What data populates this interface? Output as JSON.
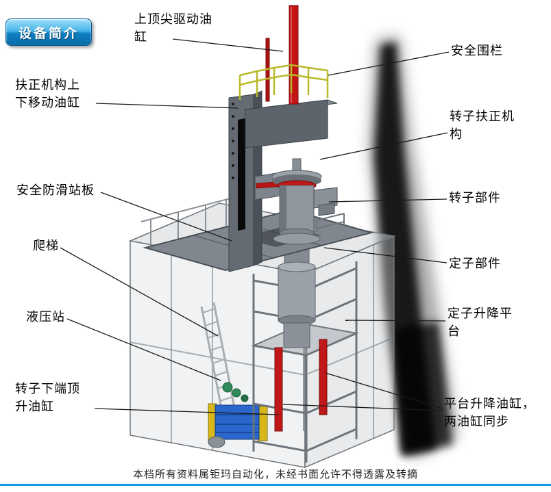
{
  "header": {
    "intro_button_label": "设备简介"
  },
  "labels": {
    "top_center_drive_cylinder": "上顶尖驱动油\n缸",
    "safety_fence": "安全围栏",
    "centering_mech_cylinder": "扶正机构上\n下移动油缸",
    "rotor_centering_mech": "转子扶正机\n构",
    "anti_slip_platform": "安全防滑站板",
    "rotor_component": "转子部件",
    "ladder": "爬梯",
    "stator_component": "定子部件",
    "hydraulic_station": "液压站",
    "stator_lift_platform": "定子升降平\n台",
    "rotor_bottom_jack_cylinder": "转子下端顶\n升油缸",
    "platform_lift_cylinders": "平台升降油缸，\n两油缸同步"
  },
  "footer": {
    "copyright_notice": "本档所有资料属钜玛自动化，未经书面允许不得透露及转摘"
  },
  "colors": {
    "accent_blue": "#189ade",
    "button_blue": "#0e7fc0",
    "cylinder_red": "#c01818",
    "railing_yellow": "#b9b92a",
    "machine_gray": "#8a9198"
  }
}
